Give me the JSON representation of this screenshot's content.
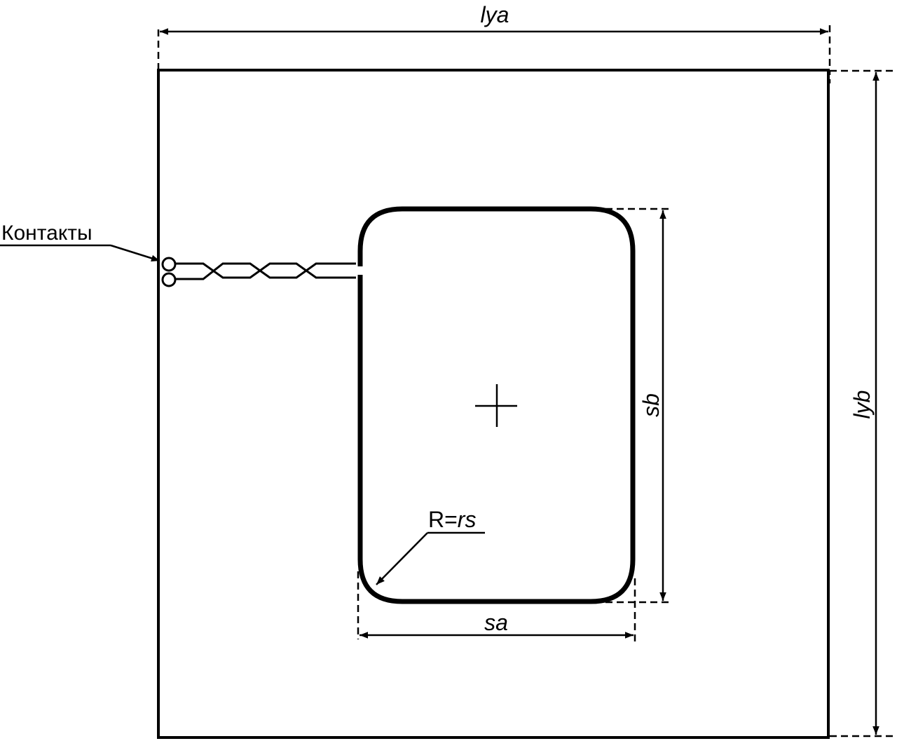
{
  "labels": {
    "lya": "lya",
    "lyb": "lyb",
    "sa": "sa",
    "sb": "sb",
    "radius_prefix": "R=",
    "radius_var": "rs",
    "contacts": "Контакты"
  },
  "colors": {
    "stroke": "#000000",
    "background": "#ffffff"
  }
}
